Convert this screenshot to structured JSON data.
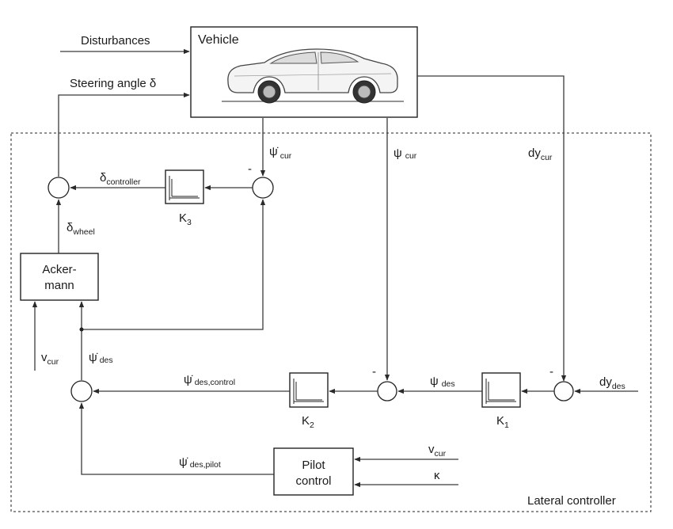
{
  "labels": {
    "disturbances": "Disturbances",
    "steering_angle": "Steering angle δ",
    "vehicle": "Vehicle",
    "psi_dot": "ψ̇",
    "psi": "ψ",
    "dy": "dy",
    "v": "v",
    "kappa": "κ",
    "delta": "δ",
    "sub_cur": "cur",
    "sub_des": "des",
    "sub_des_control": "des,control",
    "sub_des_pilot": "des,pilot",
    "sub_controller": "controller",
    "sub_wheel": "wheel",
    "ackermann_line1": "Acker-",
    "ackermann_line2": "mann",
    "pilot_line1": "Pilot",
    "pilot_line2": "control",
    "k": "K",
    "k1_sub": "1",
    "k2_sub": "2",
    "k3_sub": "3",
    "lateral_controller": "Lateral controller",
    "minus": "-"
  }
}
